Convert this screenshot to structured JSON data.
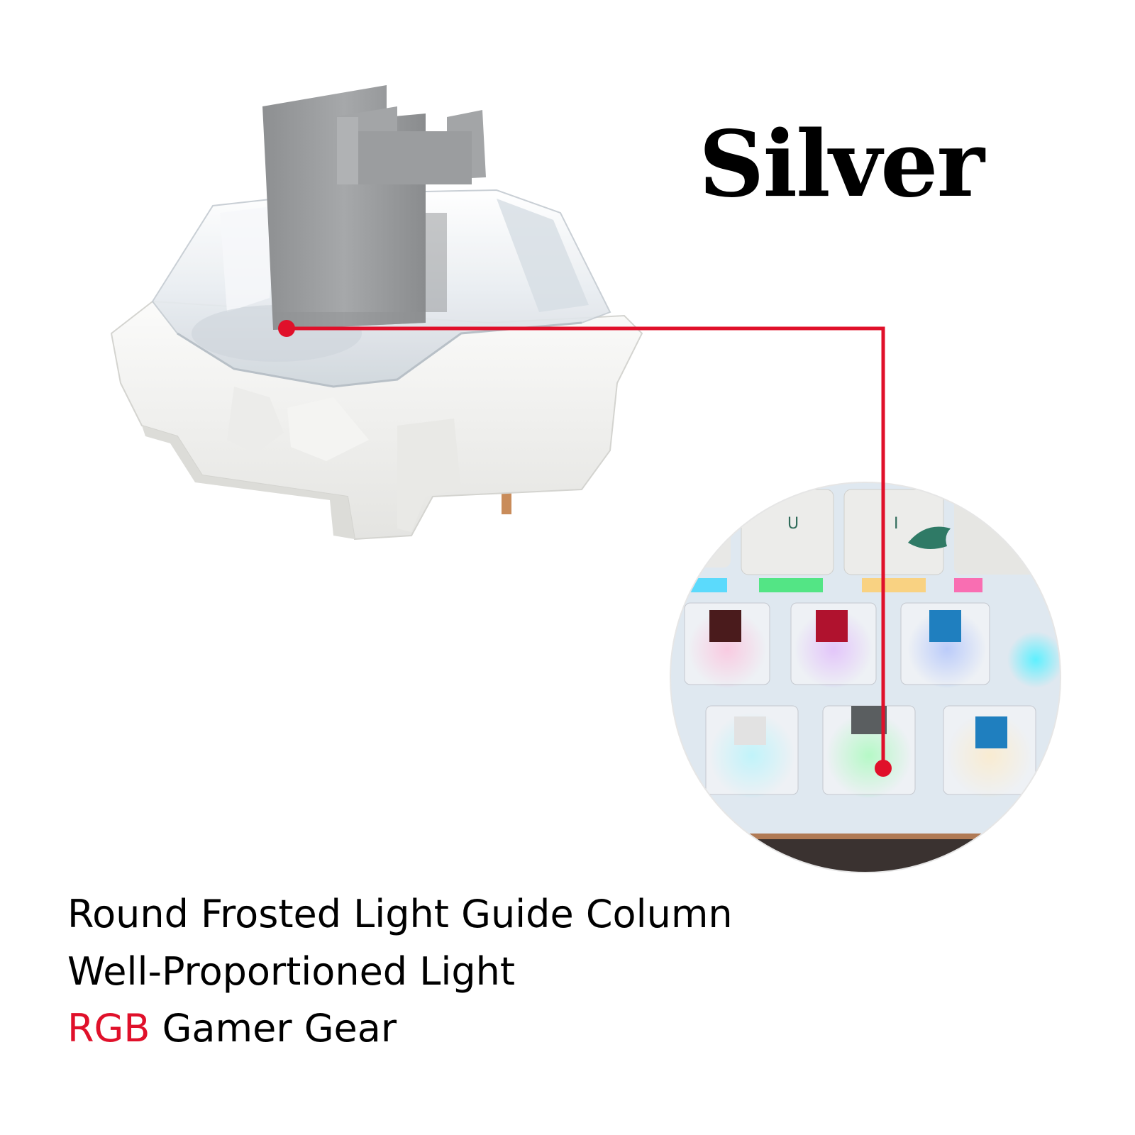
{
  "product": {
    "title": "Silver"
  },
  "captions": {
    "line1": "Round Frosted Light Guide Column",
    "line2": "Well-Proportioned Light",
    "line3_accent": "RGB",
    "line3_rest": " Gamer Gear"
  },
  "colors": {
    "accent": "#e0102a",
    "stem": "#9a9a9a",
    "housing_bottom": "#f2f2f0",
    "housing_top": "#e6eaee",
    "plate": "#dfe8f0"
  }
}
